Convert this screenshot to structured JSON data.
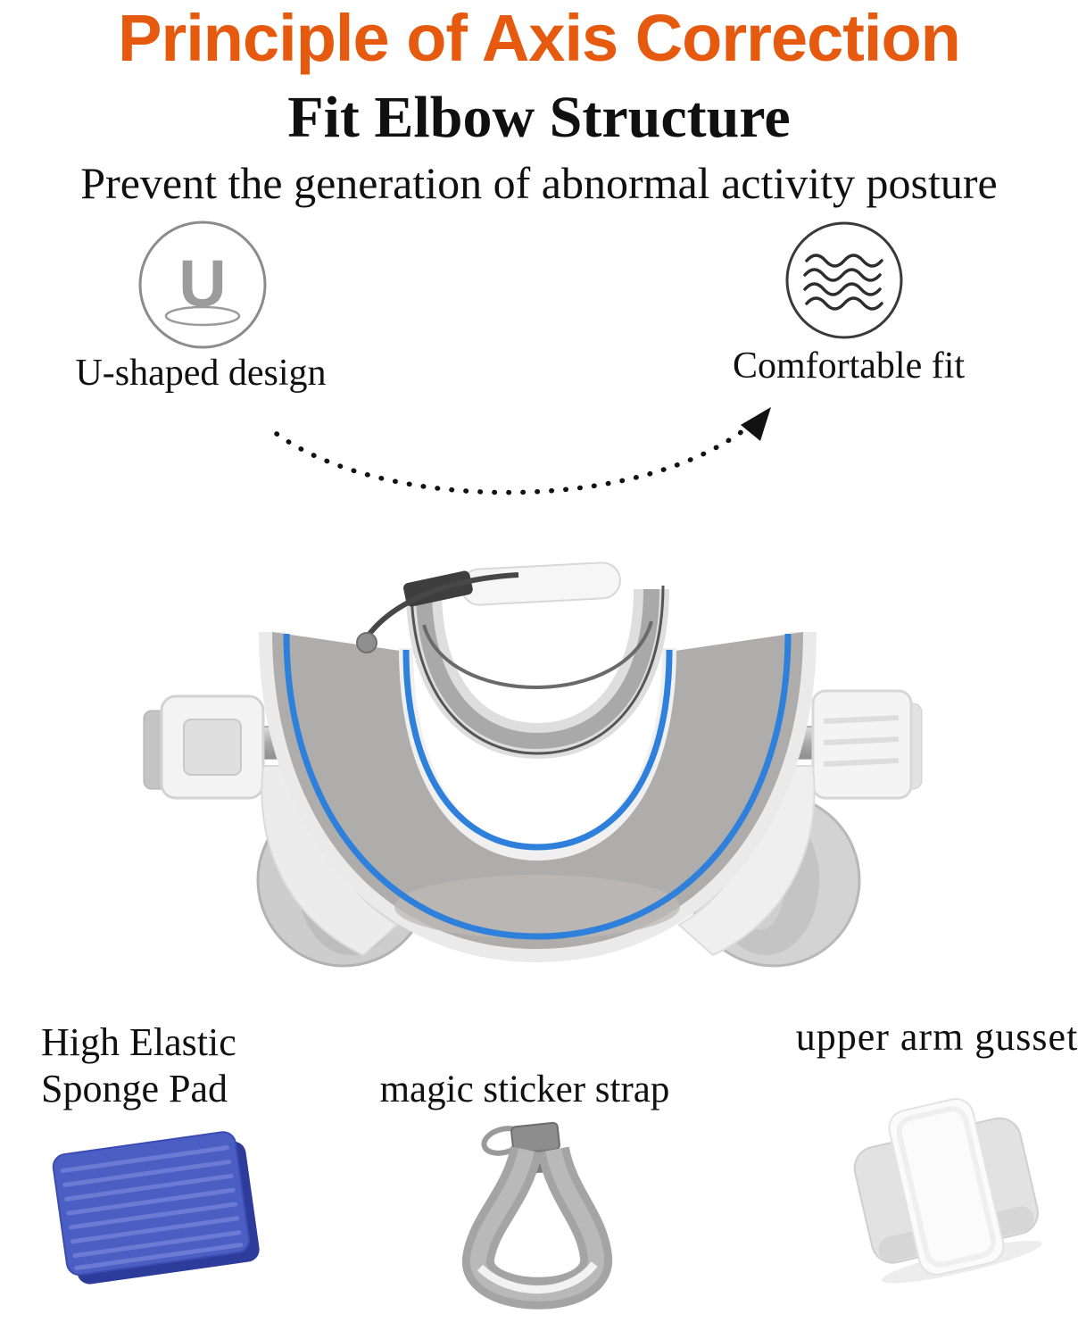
{
  "header": {
    "title": "Principle of Axis Correction",
    "subtitle": "Fit Elbow Structure",
    "tagline": "Prevent the generation of abnormal activity posture"
  },
  "features": {
    "u_design": {
      "glyph": "U",
      "label": "U-shaped design"
    },
    "comfort": {
      "label": "Comfortable fit"
    }
  },
  "parts": {
    "sponge_pad": {
      "line1": "High Elastic",
      "line2": "Sponge Pad"
    },
    "strap": {
      "label": "magic sticker strap"
    },
    "gusset": {
      "label": "upper arm gusset"
    }
  },
  "colors": {
    "title_orange": "#e65a10",
    "trim_blue": "#2f80db",
    "pad_blue": "#4a5ec4"
  }
}
